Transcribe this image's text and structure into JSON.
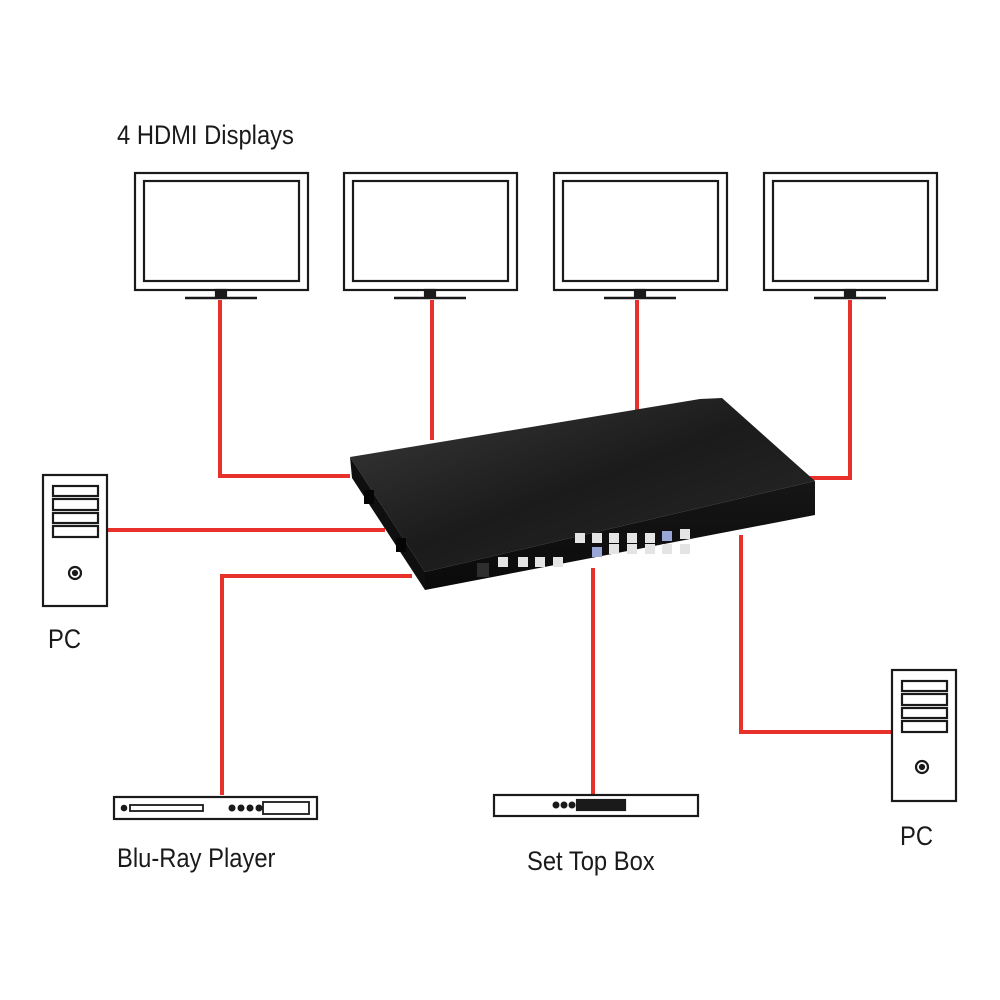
{
  "title": "4 HDMI Displays",
  "devices": {
    "pc_left": "PC",
    "pc_right": "PC",
    "bluray": "Blu-Ray Player",
    "set_top_box": "Set Top Box"
  },
  "colors": {
    "cable": "#e8312a",
    "outline": "#1a1a1a",
    "switch_body": "#1c1c1c"
  }
}
